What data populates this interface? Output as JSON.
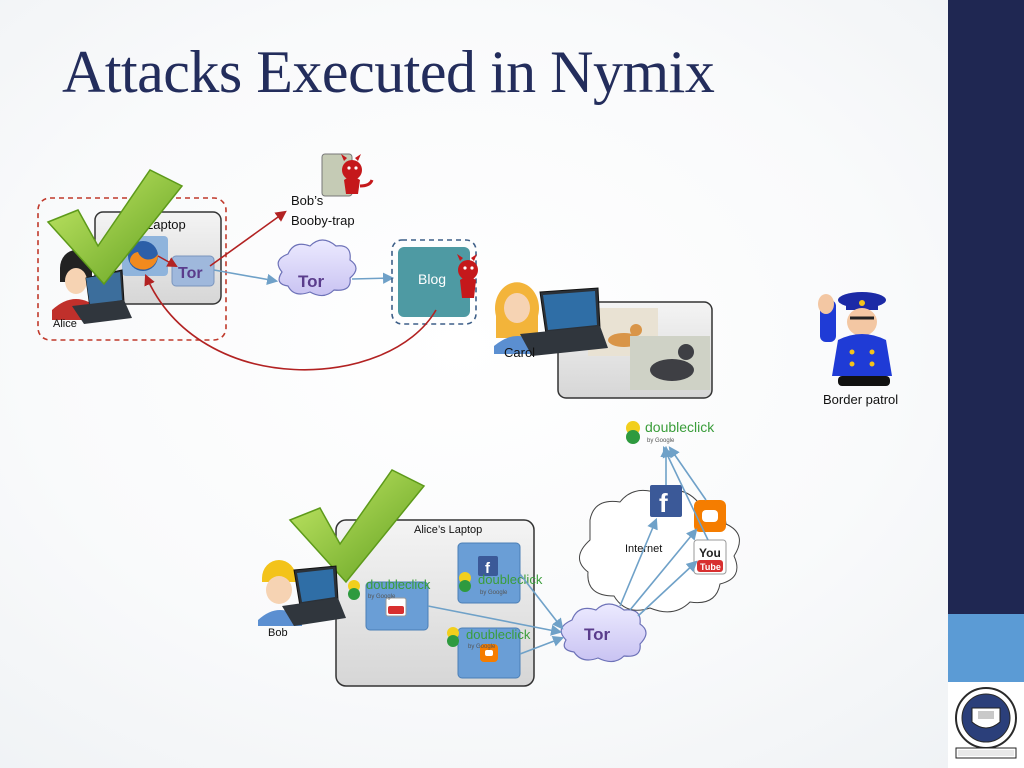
{
  "slide": {
    "title": "Attacks Executed in Nymix"
  },
  "top_scenario": {
    "laptop_label": "Laptop",
    "alice_label": "Alice",
    "bob_trap_label_line1": "Bob’s",
    "bob_trap_label_line2": "Booby-trap",
    "blog_label": "Blog",
    "carol_label": "Carol",
    "tor_text": "Tor"
  },
  "border_patrol": {
    "label": "Border patrol"
  },
  "bottom_scenario": {
    "laptop_label": "Alice’s Laptop",
    "bob_label": "Bob",
    "internet_label": "Internet",
    "doubleclick_text": "doubleclick",
    "by_google_text": "by Google",
    "facebook_text": "f",
    "youtube_you": "You",
    "youtube_tube": "Tube",
    "tor_text": "Tor"
  },
  "colors": {
    "title": "#232d5c",
    "sidebar_dark": "#1f2752",
    "sidebar_light": "#5b9bd5",
    "arrow_red": "#b22222",
    "arrow_blue": "#6fa1c8",
    "check_green": "#8cc63f",
    "blog_box": "#4e9aa3"
  },
  "icons": [
    "check-icon",
    "firefox-icon",
    "tor-icon",
    "tor-cloud-icon",
    "bob-devil-icon",
    "alice-avatar-icon",
    "carol-avatar-icon",
    "bob-avatar-icon",
    "laptop-icon",
    "cat-photo-icon",
    "police-officer-icon",
    "doubleclick-icon",
    "facebook-icon",
    "youtube-icon",
    "blogger-icon",
    "internet-cloud-icon",
    "yale-logo-icon"
  ]
}
